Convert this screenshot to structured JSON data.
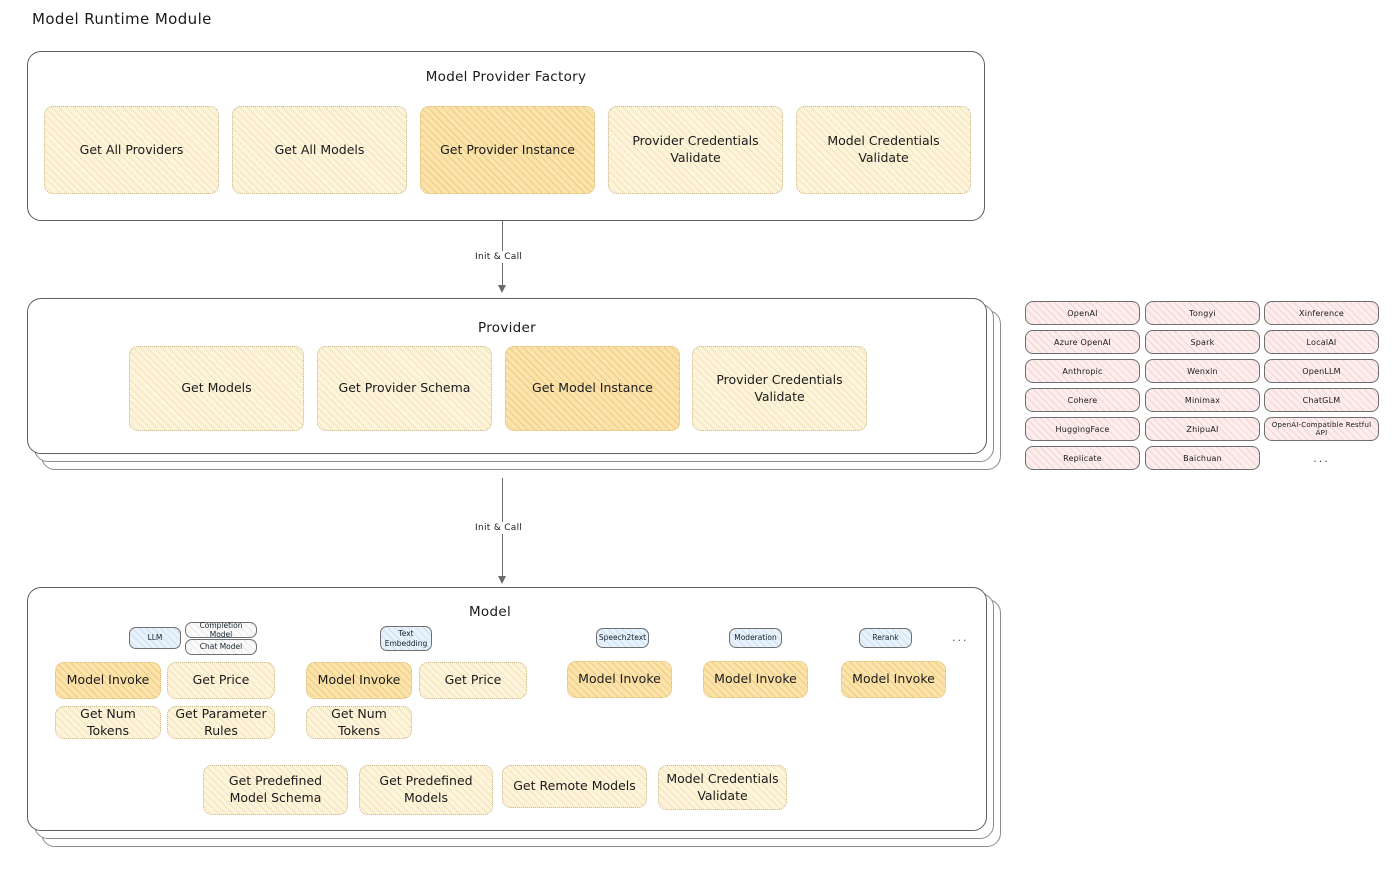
{
  "page": {
    "title": "Model Runtime Module"
  },
  "factory": {
    "title": "Model Provider Factory",
    "methods": [
      {
        "label": "Get All Providers",
        "highlight": false
      },
      {
        "label": "Get All Models",
        "highlight": false
      },
      {
        "label": "Get Provider Instance",
        "highlight": true
      },
      {
        "label": "Provider Credentials Validate",
        "highlight": false
      },
      {
        "label": "Model Credentials Validate",
        "highlight": false
      }
    ]
  },
  "arrows": [
    {
      "label": "Init & Call"
    },
    {
      "label": "Init & Call"
    }
  ],
  "provider": {
    "title": "Provider",
    "methods": [
      {
        "label": "Get Models",
        "highlight": false
      },
      {
        "label": "Get Provider Schema",
        "highlight": false
      },
      {
        "label": "Get Model Instance",
        "highlight": true
      },
      {
        "label": "Provider Credentials Validate",
        "highlight": false
      }
    ]
  },
  "provider_list": {
    "columns": [
      [
        "OpenAI",
        "Azure OpenAI",
        "Anthropic",
        "Cohere",
        "HuggingFace",
        "Replicate"
      ],
      [
        "Tongyi",
        "Spark",
        "Wenxin",
        "Minimax",
        "ZhipuAI",
        "Baichuan"
      ],
      [
        "Xinference",
        "LocalAI",
        "OpenLLM",
        "ChatGLM",
        "OpenAI-Compatible Restful API",
        "..."
      ]
    ]
  },
  "model": {
    "title": "Model",
    "more_mark": "...",
    "types": [
      {
        "badge": "LLM",
        "sub_badges": [
          "Completion Model",
          "Chat Model"
        ],
        "methods": [
          {
            "label": "Model Invoke",
            "highlight": true
          },
          {
            "label": "Get Price",
            "highlight": false
          },
          {
            "label": "Get Num Tokens",
            "highlight": false
          },
          {
            "label": "Get Parameter Rules",
            "highlight": false
          }
        ]
      },
      {
        "badge": "Text Embedding",
        "sub_badges": [],
        "methods": [
          {
            "label": "Model Invoke",
            "highlight": true
          },
          {
            "label": "Get Price",
            "highlight": false
          },
          {
            "label": "Get Num Tokens",
            "highlight": false
          }
        ]
      },
      {
        "badge": "Speech2text",
        "sub_badges": [],
        "methods": [
          {
            "label": "Model Invoke",
            "highlight": true
          }
        ]
      },
      {
        "badge": "Moderation",
        "sub_badges": [],
        "methods": [
          {
            "label": "Model Invoke",
            "highlight": true
          }
        ]
      },
      {
        "badge": "Rerank",
        "sub_badges": [],
        "methods": [
          {
            "label": "Model Invoke",
            "highlight": true
          }
        ]
      }
    ],
    "common_methods": [
      {
        "label": "Get Predefined Model Schema"
      },
      {
        "label": "Get Predefined Models"
      },
      {
        "label": "Get Remote Models"
      },
      {
        "label": "Model Credentials Validate"
      }
    ]
  },
  "colors": {
    "method_fill": "#fdf4dd",
    "method_fill_highlight": "#fae3ad",
    "provider_chip_fill": "#fdeeee",
    "badge_fill": "#e8f2fb",
    "stroke": "#5e5e5e"
  }
}
